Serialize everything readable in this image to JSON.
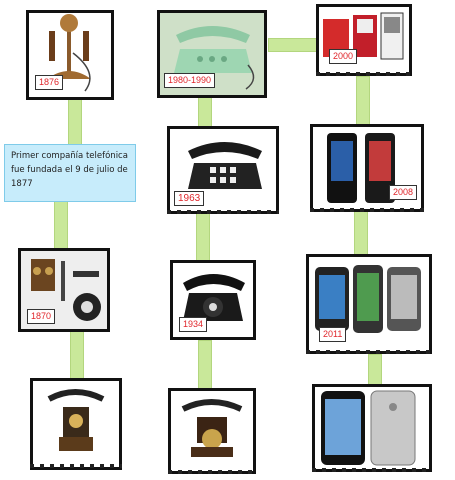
{
  "timeline": {
    "note": "Primer compañía telefónica fue fundada el 9 de julio de 1877",
    "labels": {
      "candlestick_1876": "1876",
      "green_1980_1990": "1980-1990",
      "nokia_2000": "2000",
      "desk_1963": "1963",
      "nokia_2008": "2008",
      "wall_1870": "1870",
      "rotary_1934": "1934",
      "smartphones_2011": "2011"
    }
  },
  "colors": {
    "connector": "#c9e89a",
    "label_text": "#e0262b",
    "note_bg": "#c7ecfb",
    "frame": "#111111"
  }
}
